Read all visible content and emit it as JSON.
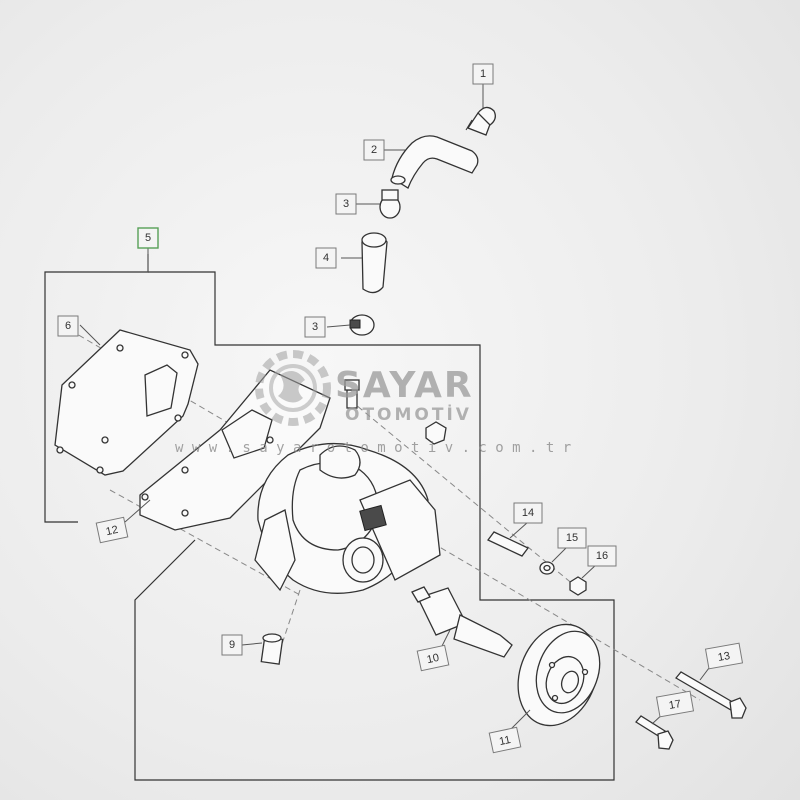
{
  "diagram": {
    "callouts": [
      {
        "id": "c1",
        "label": "1"
      },
      {
        "id": "c2",
        "label": "2"
      },
      {
        "id": "c3a",
        "label": "3"
      },
      {
        "id": "c4",
        "label": "4"
      },
      {
        "id": "c3b",
        "label": "3"
      },
      {
        "id": "c5",
        "label": "5",
        "selected": true
      },
      {
        "id": "c6",
        "label": "6"
      },
      {
        "id": "c12",
        "label": "12"
      },
      {
        "id": "c9",
        "label": "9"
      },
      {
        "id": "c10",
        "label": "10"
      },
      {
        "id": "c11",
        "label": "11"
      },
      {
        "id": "c14",
        "label": "14"
      },
      {
        "id": "c15",
        "label": "15"
      },
      {
        "id": "c16",
        "label": "16"
      },
      {
        "id": "c13",
        "label": "13"
      },
      {
        "id": "c17",
        "label": "17"
      }
    ],
    "selected_color": "#57a057"
  },
  "watermark": {
    "brand": "SAYAR",
    "sub": "OTOMOTİV",
    "url": "w w w . s a y a r o t o m o t i v . c o m . t r",
    "logo_icon": "gear-icon"
  }
}
